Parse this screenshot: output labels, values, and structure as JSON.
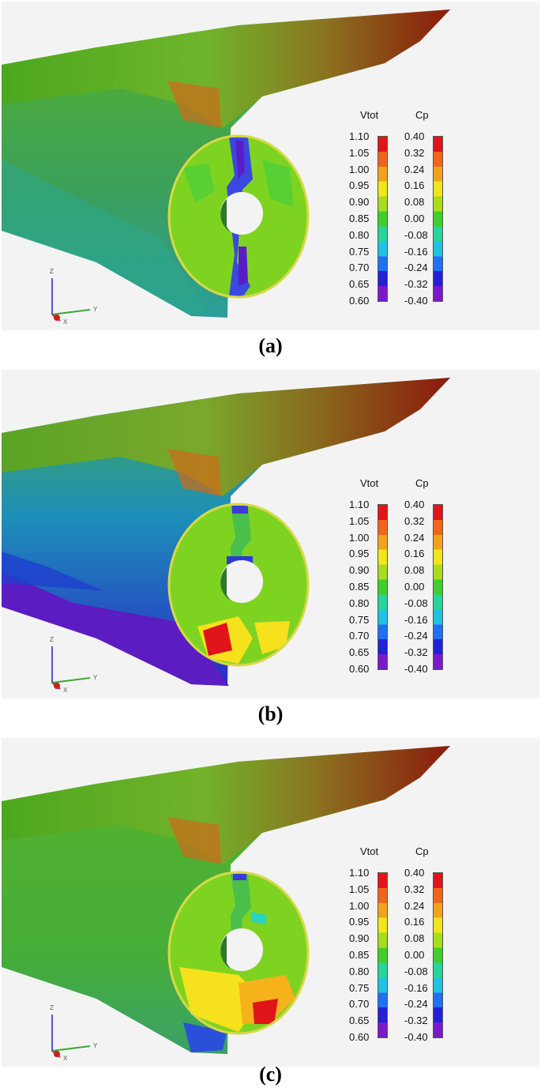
{
  "figure": {
    "panels": [
      {
        "caption": "(a)"
      },
      {
        "caption": "(b)"
      },
      {
        "caption": "(c)"
      }
    ],
    "legend": {
      "vtot": {
        "title": "Vtot",
        "ticks": [
          "1.10",
          "1.05",
          "1.00",
          "0.95",
          "0.90",
          "0.85",
          "0.80",
          "0.75",
          "0.70",
          "0.65",
          "0.60"
        ]
      },
      "cp": {
        "title": "Cp",
        "ticks": [
          "0.40",
          "0.32",
          "0.24",
          "0.16",
          "0.08",
          "0.00",
          "-0.08",
          "-0.16",
          "-0.24",
          "-0.32",
          "-0.40"
        ]
      },
      "colors": [
        "#e0141b",
        "#f2641a",
        "#f5a21a",
        "#f1e51f",
        "#a8dc1c",
        "#3fcf2a",
        "#27d59a",
        "#1fc3e2",
        "#1e71f0",
        "#2320d8",
        "#7b18c9"
      ]
    },
    "axes": {
      "z": "Z",
      "y": "Y",
      "x": "X"
    }
  }
}
